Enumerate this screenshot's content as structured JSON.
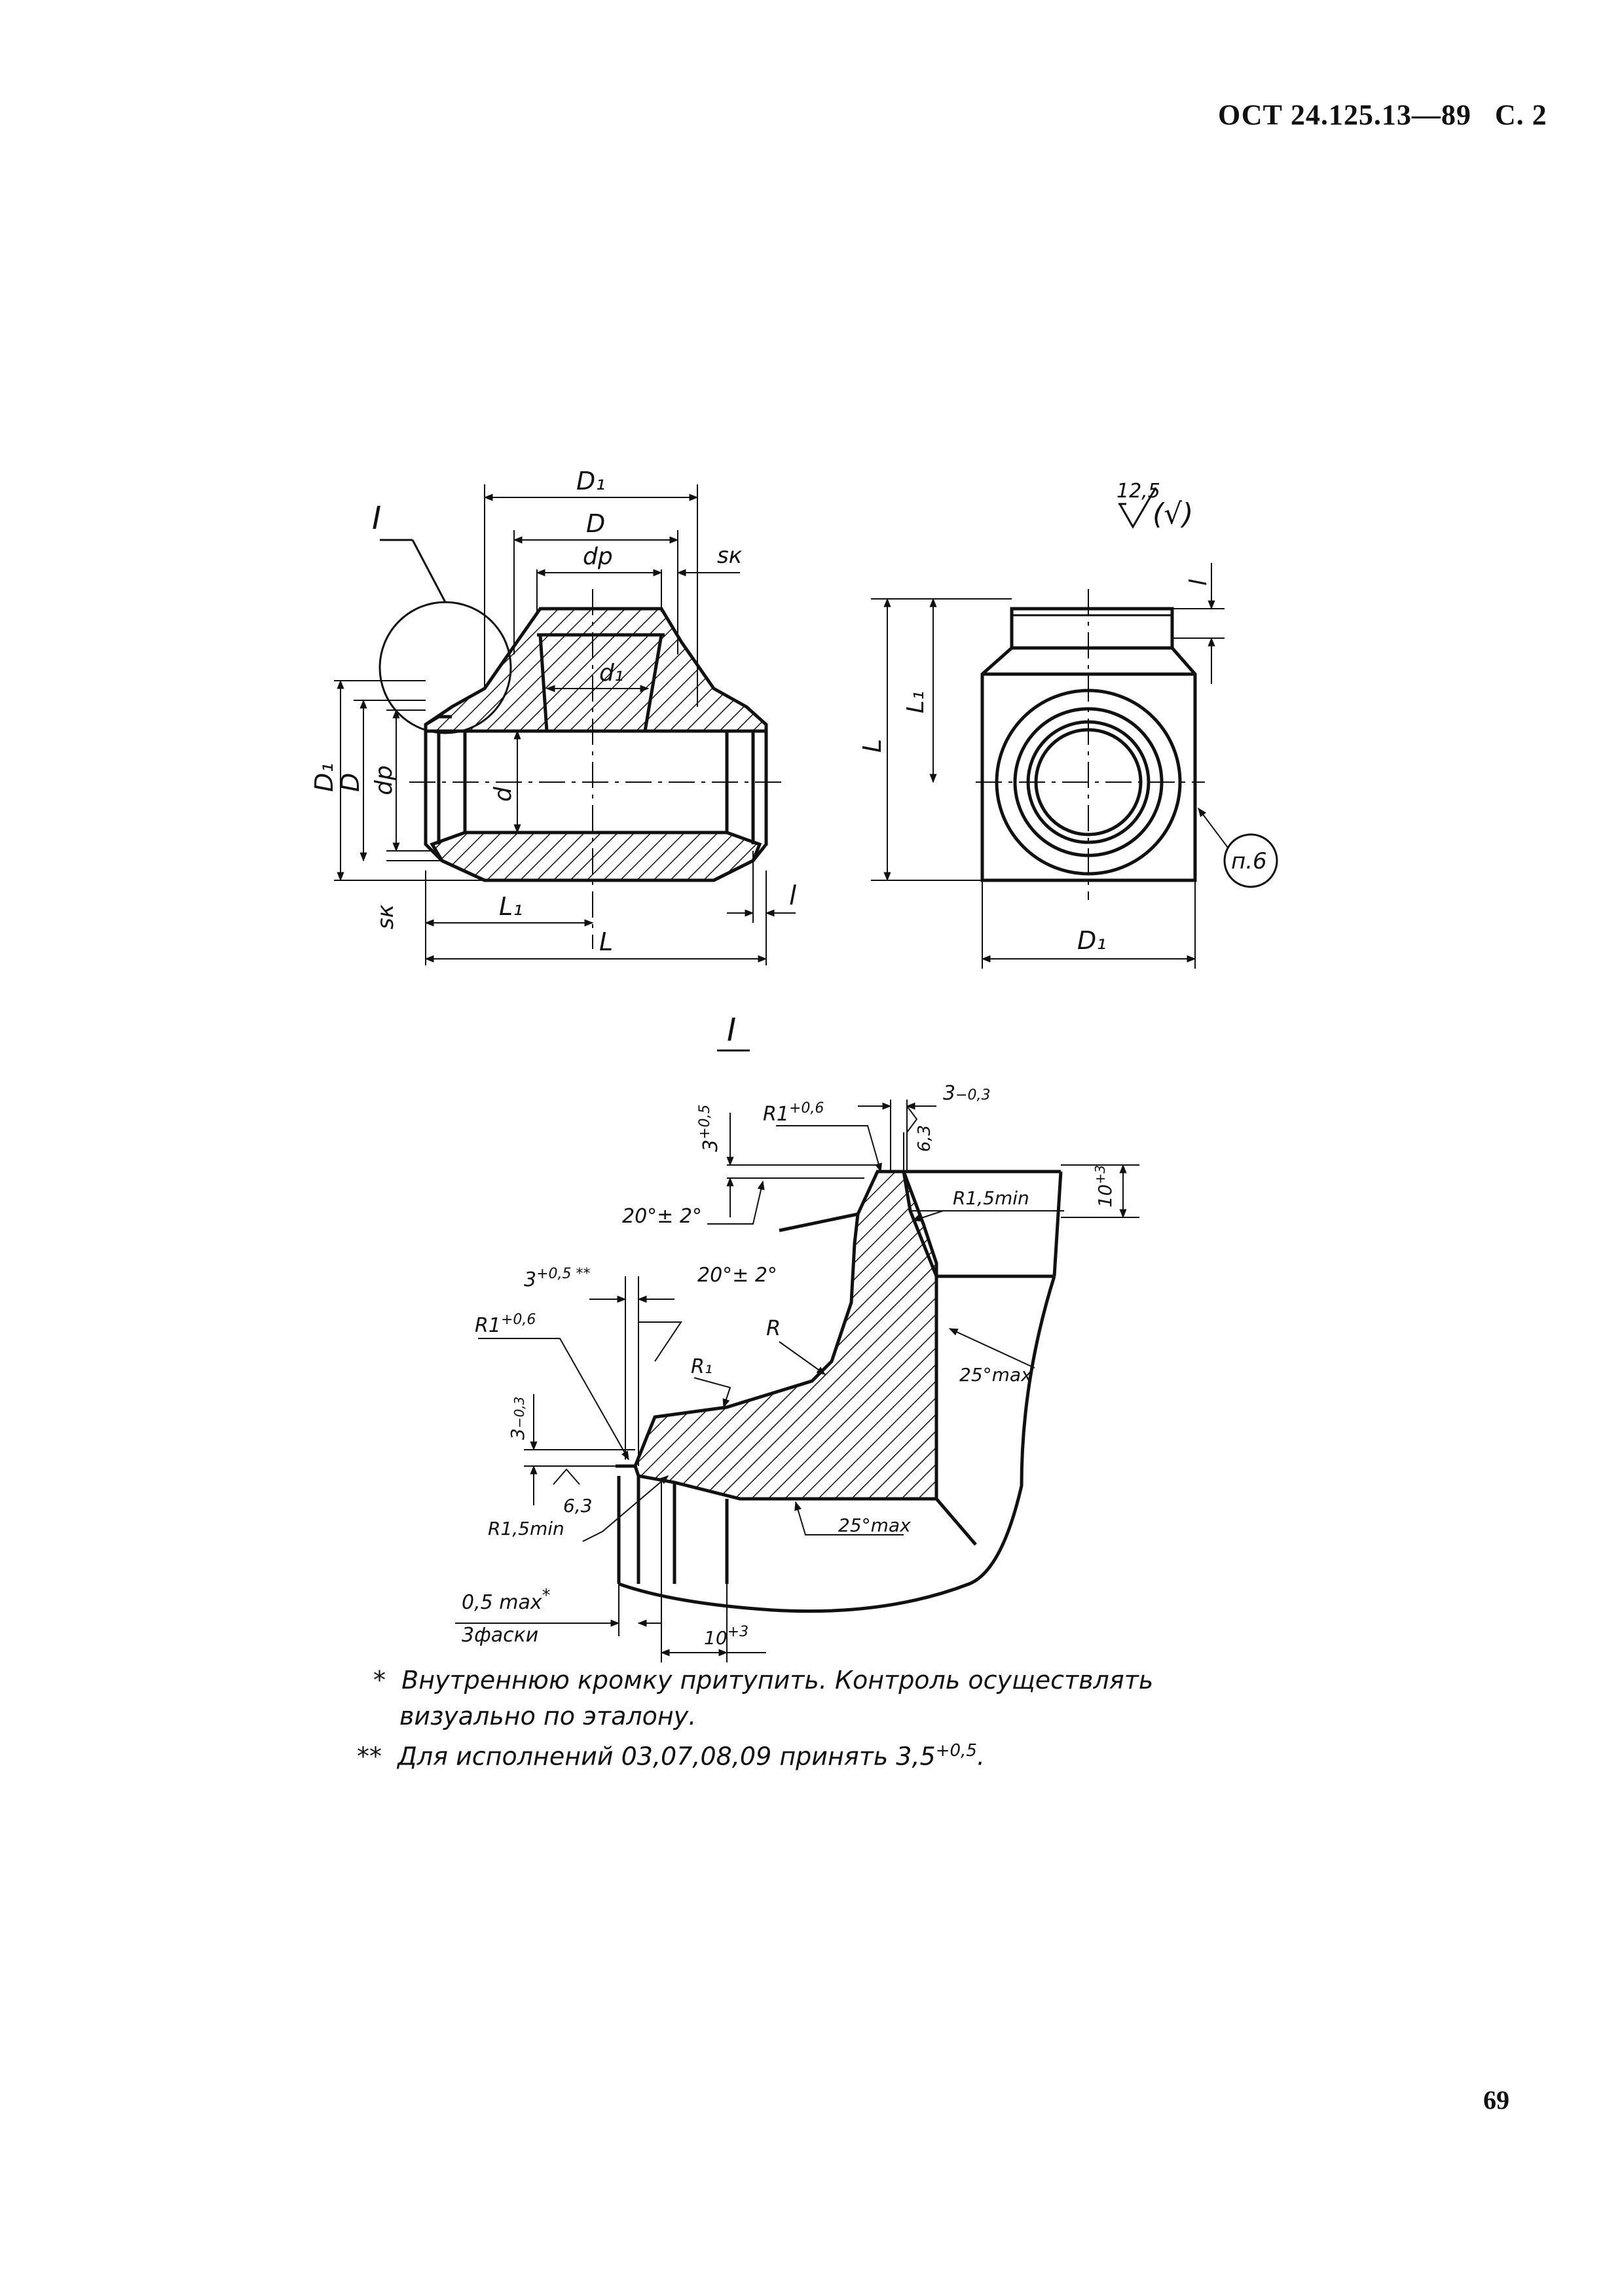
{
  "header": {
    "doc_code": "ОСТ 24.125.13—89",
    "page_label": "С. 2"
  },
  "page_number": "69",
  "views": {
    "front": {
      "callout": "I",
      "D1": "D₁",
      "D": "D",
      "dp": "dр",
      "sk": "sк",
      "d1": "d₁",
      "d": "d",
      "L1": "L₁",
      "L": "L",
      "l": "l"
    },
    "side": {
      "roughness_value": "12,5",
      "roughness_paren": "(√)",
      "l": "l",
      "L1": "L₁",
      "L": "L",
      "D1": "D₁",
      "clause_ref": "п.6"
    },
    "detail": {
      "title": "I",
      "dim_3_05": "3",
      "dim_3_05_tol": "+0,5",
      "R1_top": "R1",
      "R1_top_tol": "+0,6",
      "dim_3_03_top": "3",
      "dim_3_03_top_tol": "−0,3",
      "rough_63_top": "6,3",
      "R15_top": "R1,5min",
      "dim_10_top": "10",
      "dim_10_top_tol": "+3",
      "angle_top": "20°± 2°",
      "dim_3_05_star": "3",
      "dim_3_05_star_tol": "+0,5 **",
      "angle_mid": "20°± 2°",
      "R1_left": "R1",
      "R1_left_tol": "+0,6",
      "R": "R",
      "R1_inner": "R₁",
      "angle_25_right": "25°max",
      "dim_3_03_left": "3",
      "dim_3_03_left_tol": "−0,3",
      "R15_left": "R1,5min",
      "rough_63_left": "6,3",
      "angle_25_bottom": "25°max",
      "chamfer_label": "0,5 max",
      "chamfer_star": "*",
      "chamfer_sub": "3фаски",
      "dim_10_bottom": "10",
      "dim_10_bottom_tol": "+3"
    }
  },
  "notes": [
    {
      "marker": "*",
      "line1": "Внутреннюю кромку притупить. Контроль осуществлять",
      "line2": "визуально по эталону."
    },
    {
      "marker": "**",
      "text": "Для исполнений 03,07,08,09 принять 3,5",
      "sup": "+0,5",
      "end": "."
    }
  ]
}
